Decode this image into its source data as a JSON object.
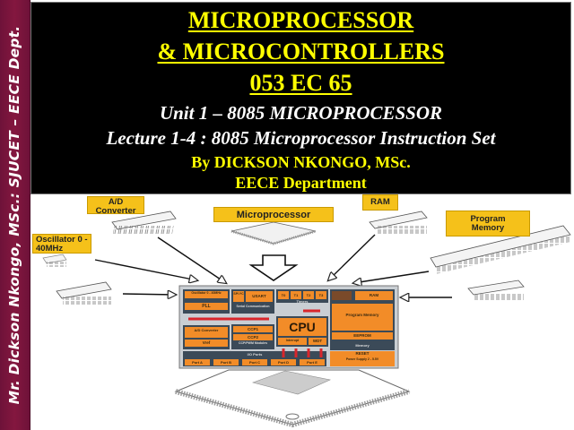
{
  "sidebar": {
    "text": "Mr. Dickson Nkongo, MSc.: SJUCET – EECE Dept."
  },
  "header": {
    "title_line1": "MICROPROCESSOR",
    "title_line2": "& MICROCONTROLLERS",
    "course_code": "053 EC 65",
    "unit": "Unit 1 – 8085 MICROPROCESSOR",
    "lecture": "Lecture 1-4 : 8085 Microprocessor Instruction Set",
    "author": "By DICKSON NKONGO, MSc.",
    "department": "EECE Department"
  },
  "diagram": {
    "labels": {
      "ad_converter": "A/D Converter",
      "microprocessor": "Microprocessor",
      "ram": "RAM",
      "program_memory": "Program Memory",
      "oscillator": "Oscillator 0 - 40MHz"
    },
    "chip_blocks": {
      "oscillator": "Oscillator 0 - 40MHz",
      "pll": "PLL",
      "spi": "SPI I²C",
      "usart": "USART",
      "serial": "Serial Communication",
      "timers": [
        "T0",
        "T1",
        "T2",
        "T3"
      ],
      "timers_label": "Timers",
      "ad": "A/D Converter",
      "vref": "Vref",
      "ccp1": "CCP1",
      "ccp2": "CCP2",
      "ccp_label": "CCP/PWM Modules",
      "cpu": "CPU",
      "interrupt": "Interrupt",
      "wdt": "WDT",
      "ram": "RAM",
      "program_memory": "Program Memory",
      "eeprom": "EEPROM",
      "memory_label": "Memory",
      "io_label": "I/O Ports",
      "ports": [
        "Port A",
        "Port B",
        "Port C",
        "Port D",
        "Port E"
      ],
      "reset": "RESET",
      "power": "Power Supply 2 - 5.5V"
    },
    "colors": {
      "label_bg": "#f5c11a",
      "block_orange": "#f28c28",
      "block_panel": "#3b4a58",
      "arrow_red": "#d9262c"
    }
  }
}
